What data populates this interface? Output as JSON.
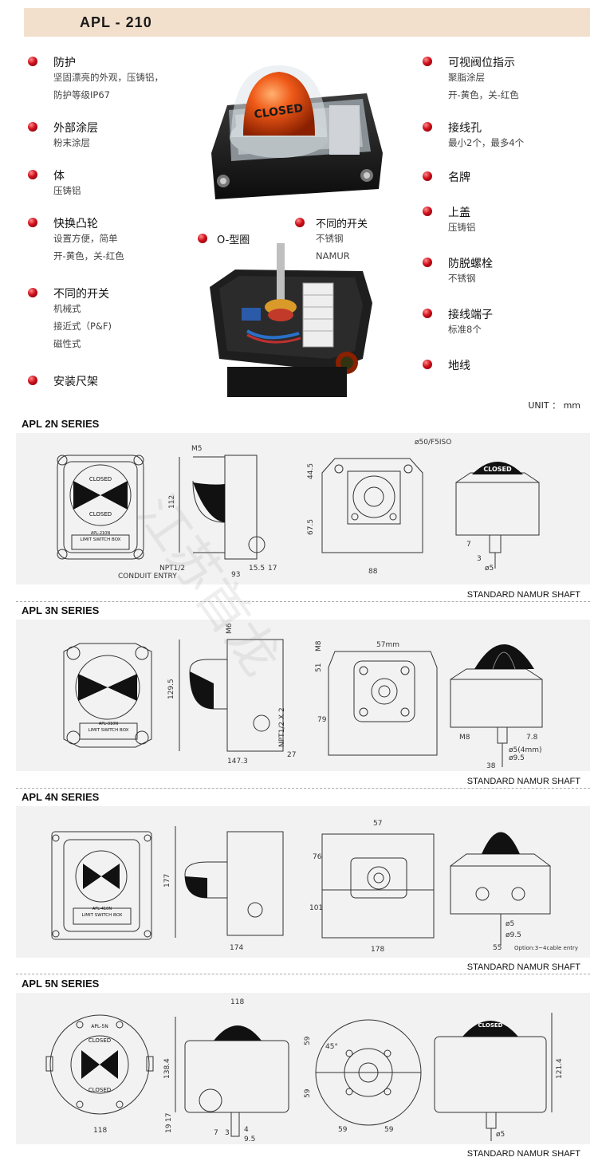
{
  "title": "APL - 210",
  "features_left": [
    {
      "title": "防护",
      "lines": [
        "坚固漂亮的外观，压铸铝，",
        "防护等级IP67"
      ]
    },
    {
      "title": "外部涂层",
      "lines": [
        "粉末涂层"
      ]
    },
    {
      "title": "体",
      "lines": [
        "压铸铝"
      ]
    },
    {
      "title": "快换凸轮",
      "lines": [
        "设置方便，简单",
        "开-黄色，关-红色"
      ]
    },
    {
      "title": "不同的开关",
      "lines": [
        "机械式",
        "接近式（P&F)",
        "磁性式"
      ]
    },
    {
      "title": "安装尺架",
      "lines": []
    }
  ],
  "features_right": [
    {
      "title": "可视阀位指示",
      "lines": [
        "聚脂涂层",
        "开-黄色，关-红色"
      ]
    },
    {
      "title": "接线孔",
      "lines": [
        "最小2个，最多4个"
      ]
    },
    {
      "title": "名牌",
      "lines": []
    },
    {
      "title": "上盖",
      "lines": [
        "压铸铝"
      ]
    },
    {
      "title": "防脱螺栓",
      "lines": [
        "不锈钢"
      ]
    },
    {
      "title": "接线端子",
      "lines": [
        "标准8个"
      ]
    },
    {
      "title": "地线",
      "lines": []
    }
  ],
  "center": {
    "oring": "O-型圈",
    "switch_title": "不同的开关",
    "switch_lines": [
      "不锈钢",
      "NAMUR"
    ],
    "dome_text": "CLOSED"
  },
  "unit": "UNIT ： mm",
  "watermark": "江苏首龙",
  "series": [
    {
      "name": "APL 2N SERIES",
      "caption": "STANDARD NAMUR SHAFT",
      "dims": {
        "m5": "M5",
        "d50": "ø50/F5ISO",
        "h112": "112",
        "h445": "44.5",
        "h675": "67.5",
        "w93": "93",
        "w155": "15.5",
        "w17": "17",
        "w88": "88",
        "npt": "NPT1/2",
        "conduit": "CONDUIT ENTRY",
        "d5": "ø5",
        "h7": "7",
        "h3": "3",
        "closed": "CLOSED",
        "nameplate": "LIMIT SWITCH BOX",
        "model": "APL-210N"
      }
    },
    {
      "name": "APL 3N SERIES",
      "caption": "STANDARD NAMUR SHAFT",
      "dims": {
        "h1295": "129.5",
        "w1473": "147.3",
        "w27": "27",
        "w57": "57mm",
        "m6": "M6",
        "m8": "M8",
        "h51": "51",
        "h79": "79",
        "npt": "NPT1/2 X 2",
        "d5": "ø5(4mm)",
        "d95": "ø9.5",
        "w38": "38",
        "w78": "7.8",
        "nameplate": "LIMIT SWITCH BOX",
        "model": "APL-310N"
      }
    },
    {
      "name": "APL 4N SERIES",
      "caption": "STANDARD NAMUR SHAFT",
      "dims": {
        "h177": "177",
        "w174": "174",
        "w57": "57",
        "h76": "76",
        "h101": "101",
        "w178": "178",
        "d5": "ø5",
        "d95": "ø9.5",
        "w55": "55",
        "option": "Option:3~4cable entry",
        "nameplate": "LIMIT SWITCH BOX",
        "model": "APL-410N"
      }
    },
    {
      "name": "APL 5N SERIES",
      "caption": "STANDARD NAMUR SHAFT",
      "dims": {
        "w118a": "118",
        "w118b": "118",
        "h1384": "138.4",
        "h59a": "59",
        "h59b": "59",
        "w59a": "59",
        "w59b": "59",
        "h1214": "121.4",
        "h17": "17",
        "h19": "19",
        "w7": "7",
        "w3": "3",
        "w4": "4",
        "w95": "9.5",
        "d5": "ø5",
        "a45": "45°",
        "closed": "CLOSED",
        "model": "APL-5N"
      }
    }
  ]
}
